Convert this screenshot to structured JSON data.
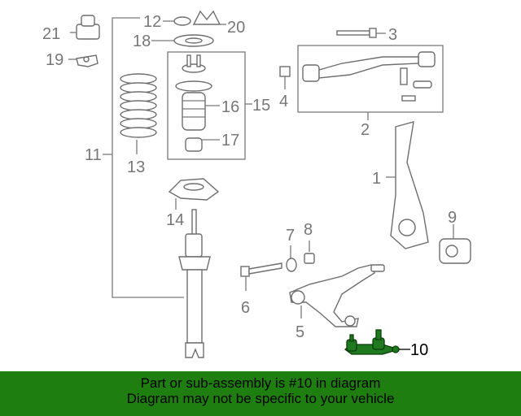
{
  "labels": {
    "p1": "1",
    "p2": "2",
    "p3": "3",
    "p4": "4",
    "p5": "5",
    "p6": "6",
    "p7": "7",
    "p8": "8",
    "p9": "9",
    "p10": "10",
    "p11": "11",
    "p12": "12",
    "p13": "13",
    "p14": "14",
    "p15": "15",
    "p16": "16",
    "p17": "17",
    "p18": "18",
    "p19": "19",
    "p20": "20",
    "p21": "21"
  },
  "highlight_part": "10",
  "colors": {
    "highlight": "#1f7a1f",
    "banner": "#1e7e10",
    "line": "#7a7a7a"
  },
  "banner": {
    "line1": "Part or sub-assembly is #10 in diagram",
    "line2": "Diagram may not be specific to your vehicle"
  }
}
